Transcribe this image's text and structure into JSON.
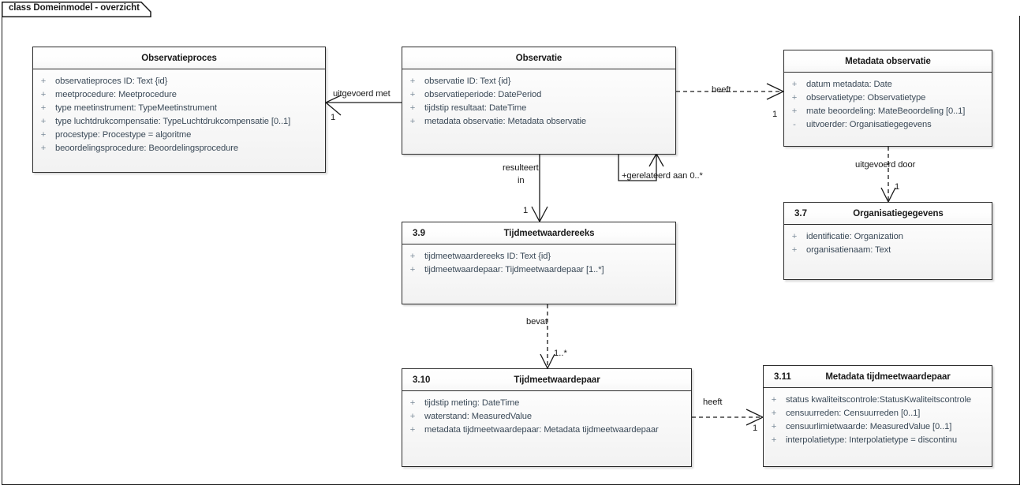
{
  "diagram": {
    "tab_label": "class Domeinmodel - overzicht",
    "accent_color": "#1a1a1a",
    "attribute_color": "#3b4a58",
    "visibility_color": "#7a8a98",
    "box_fill": "#f2f2f2"
  },
  "classes": [
    {
      "key": "observatieproces",
      "number": "",
      "title": "Observatieproces",
      "attributes": [
        {
          "vis": "+",
          "sig": "observatieproces ID: Text {id}"
        },
        {
          "vis": "+",
          "sig": "meetprocedure: Meetprocedure"
        },
        {
          "vis": "+",
          "sig": "type meetinstrument: TypeMeetinstrument"
        },
        {
          "vis": "+",
          "sig": "type luchtdrukcompensatie: TypeLuchtdrukcompensatie [0..1]"
        },
        {
          "vis": "+",
          "sig": "procestype: Procestype = algoritme"
        },
        {
          "vis": "+",
          "sig": "beoordelingsprocedure: Beoordelingsprocedure"
        }
      ]
    },
    {
      "key": "observatie",
      "number": "",
      "title": "Observatie",
      "attributes": [
        {
          "vis": "+",
          "sig": "observatie ID: Text {id}"
        },
        {
          "vis": "+",
          "sig": "observatieperiode: DatePeriod"
        },
        {
          "vis": "+",
          "sig": "tijdstip resultaat: DateTime"
        },
        {
          "vis": "+",
          "sig": "metadata observatie: Metadata observatie"
        }
      ]
    },
    {
      "key": "metadata-observatie",
      "number": "",
      "title": "Metadata observatie",
      "attributes": [
        {
          "vis": "+",
          "sig": "datum metadata: Date"
        },
        {
          "vis": "+",
          "sig": "observatietype: Observatietype"
        },
        {
          "vis": "+",
          "sig": "mate beoordeling: MateBeoordeling [0..1]"
        },
        {
          "vis": "-",
          "sig": "uitvoerder: Organisatiegegevens"
        }
      ]
    },
    {
      "key": "organisatiegegevens",
      "number": "3.7",
      "title": "Organisatiegegevens",
      "attributes": [
        {
          "vis": "+",
          "sig": "identificatie: Organization"
        },
        {
          "vis": "+",
          "sig": "organisatienaam: Text"
        }
      ]
    },
    {
      "key": "tijdmeetwaardereeks",
      "number": "3.9",
      "title": "Tijdmeetwaardereeks",
      "attributes": [
        {
          "vis": "+",
          "sig": "tijdmeetwaardereeks ID: Text {id}"
        },
        {
          "vis": "+",
          "sig": "tijdmeetwaardepaar: Tijdmeetwaardepaar [1..*]"
        }
      ]
    },
    {
      "key": "tijdmeetwaardepaar",
      "number": "3.10",
      "title": "Tijdmeetwaardepaar",
      "attributes": [
        {
          "vis": "+",
          "sig": "tijdstip meting: DateTime"
        },
        {
          "vis": "+",
          "sig": "waterstand: MeasuredValue"
        },
        {
          "vis": "+",
          "sig": "metadata tijdmeetwaardepaar: Metadata tijdmeetwaardepaar"
        }
      ]
    },
    {
      "key": "metadata-tijdmeetwaardepaar",
      "number": "3.11",
      "title": "Metadata tijdmeetwaardepaar",
      "attributes": [
        {
          "vis": "+",
          "sig": "status kwaliteitscontrole:StatusKwaliteitscontrole"
        },
        {
          "vis": "+",
          "sig": "censuurreden: Censuurreden [0..1]"
        },
        {
          "vis": "+",
          "sig": "censuurlimietwaarde: MeasuredValue [0..1]"
        },
        {
          "vis": "+",
          "sig": "interpolatietype: Interpolatietype = discontinu"
        }
      ]
    }
  ],
  "connectors": [
    {
      "key": "uitgevoerd-met",
      "label": "uitgevoerd met",
      "multiplicity": "1"
    },
    {
      "key": "heeft-metadata-observatie",
      "label": "heeft",
      "multiplicity": "1"
    },
    {
      "key": "gerelateerd-aan",
      "label": "+gerelateerd aan 0..*",
      "multiplicity": ""
    },
    {
      "key": "resulteert-in",
      "label_line1": "resulteert",
      "label_line2": "in",
      "multiplicity": "1"
    },
    {
      "key": "uitgevoerd-door",
      "label": "uitgevoerd door",
      "multiplicity": "1"
    },
    {
      "key": "bevat",
      "label": "bevat",
      "multiplicity": "1..*"
    },
    {
      "key": "heeft-metadata-tijdmeetwaardepaar",
      "label": "heeft",
      "multiplicity": "1"
    }
  ]
}
